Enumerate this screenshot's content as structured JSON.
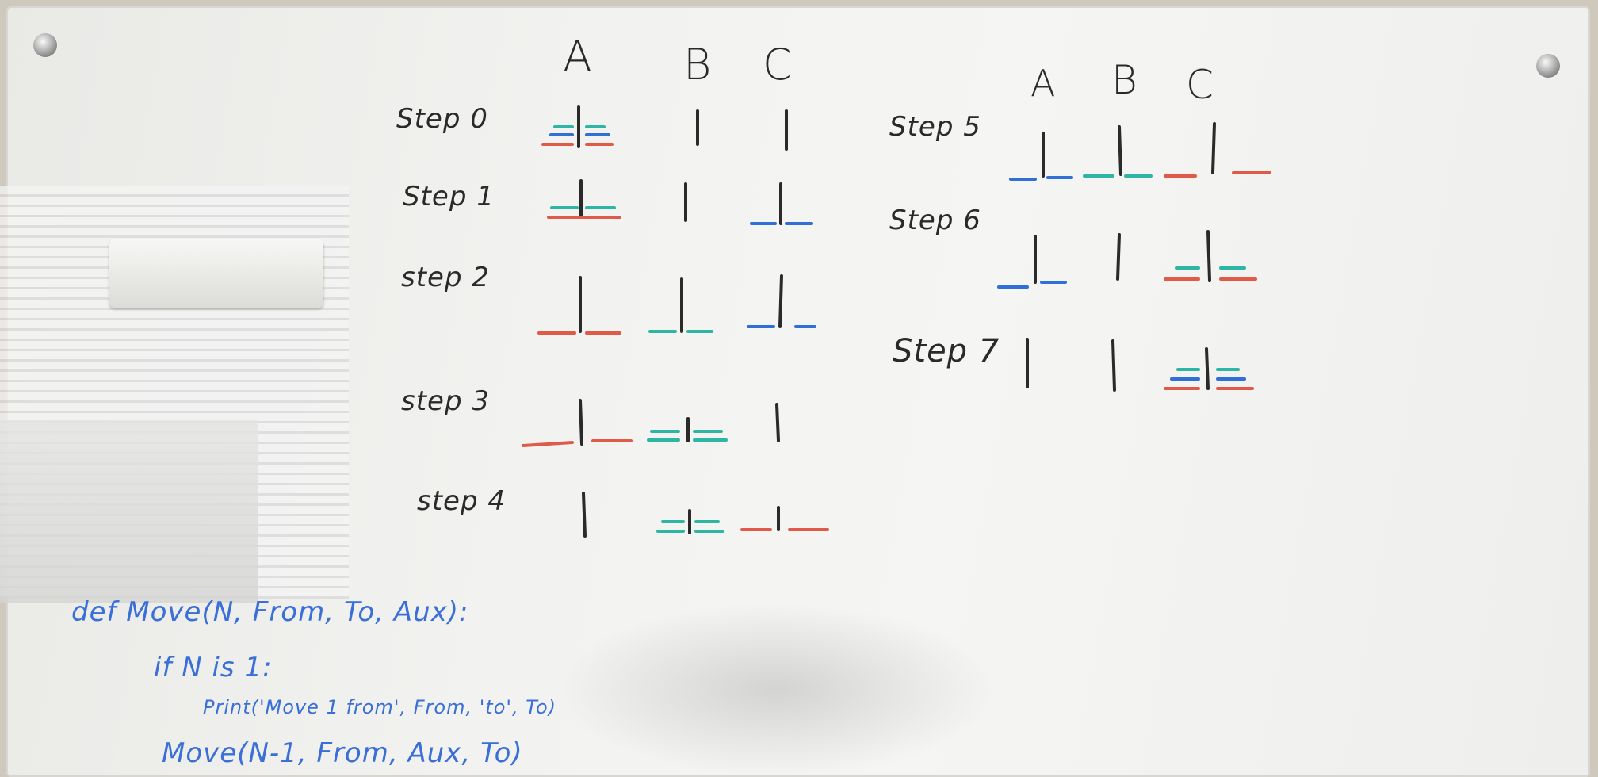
{
  "photo": {
    "subject": "whiteboard",
    "columns": [
      "A",
      "B",
      "C"
    ],
    "steps_left": [
      "Step 0",
      "Step 1",
      "step 2",
      "step 3",
      "step 4"
    ],
    "steps_right": [
      "Step 5",
      "Step 6",
      "Step 7"
    ],
    "code_lines": [
      "def Move(N, From, To, Aux):",
      "if N is 1:",
      "Print('Move 1 from', From, 'to', To)",
      "Move(N-1, From, Aux, To)"
    ],
    "colors": {
      "board": "#f2f2f0",
      "ink_black": "#2a2a2a",
      "disk_red": "#e05a4a",
      "disk_teal": "#2fb5a3",
      "disk_blue": "#2f6fd6",
      "code_blue": "#3a6fd8"
    }
  }
}
